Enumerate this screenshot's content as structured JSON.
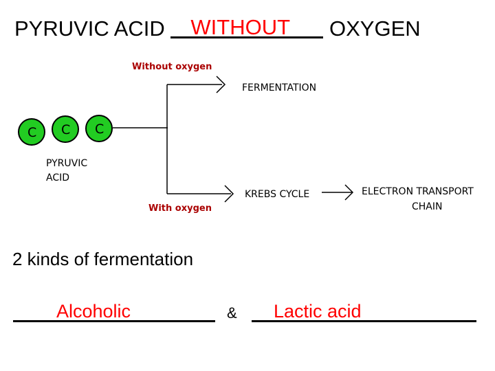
{
  "title": {
    "before": "PYRUVIC ACID ",
    "answer": "WITHOUT",
    "after": " OXYGEN"
  },
  "diagram": {
    "top_branch_label": "Without oxygen",
    "bottom_branch_label": "With oxygen",
    "fermentation": "FERMENTATION",
    "krebs": "KREBS CYCLE",
    "etc_line1": "ELECTRON TRANSPORT",
    "etc_line2": "CHAIN",
    "carbon": "C",
    "pyruvic_line1": "PYRUVIC",
    "pyruvic_line2": "ACID",
    "colors": {
      "circle": "#22cc22",
      "branch_label": "#aa0000",
      "answer": "#ff0000"
    }
  },
  "fermentation_kinds": {
    "heading": "2 kinds of fermentation",
    "answer1": "Alcoholic",
    "separator": "&",
    "answer2": "Lactic acid"
  }
}
